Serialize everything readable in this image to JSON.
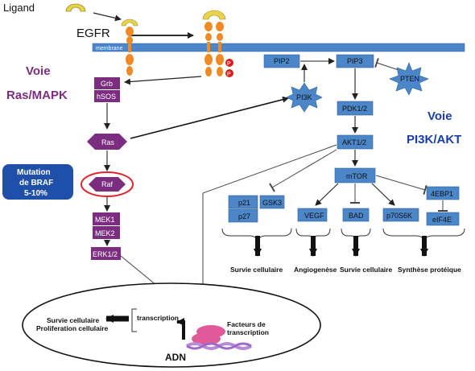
{
  "colors": {
    "membrane": "#4a86c8",
    "pathway_blue": "#4a86c8",
    "pathway_purple": "#7b2d7f",
    "receptor_orange": "#f08a24",
    "ligand_yellow": "#e8d34a",
    "mutation_box": "#1f4fa8",
    "mutation_ring": "#e0232e",
    "title_purple": "#7b2d7f",
    "title_blue": "#1a3ea8",
    "tf_pink": "#e05a9a",
    "dna_purple": "#b98ad6"
  },
  "header": {
    "ligand": "Ligand",
    "receptor": "EGFR",
    "membrane": "membrane",
    "phospho": "P"
  },
  "titles": {
    "mapk": [
      "Voie",
      "Ras/MAPK"
    ],
    "pi3k": [
      "Voie",
      "PI3K/AKT"
    ]
  },
  "mutation": [
    "Mutation",
    "de BRAF",
    "5-10%"
  ],
  "mapk_nodes": {
    "grb": "Grb",
    "hsos": "hSOS",
    "ras": "Ras",
    "raf": "Raf",
    "mek1": "MEK1",
    "mek2": "MEK2",
    "erk": "ERK1/2"
  },
  "pi3k_nodes": {
    "pip2": "PIP2",
    "pip3": "PIP3",
    "pten": "PTEN",
    "pi3k": "PI3K",
    "pdk": "PDK1/2",
    "akt": "AKT1/2",
    "mtor": "mTOR",
    "p21": "p21",
    "p27": "p27",
    "gsk3": "GSK3",
    "vegf": "VEGF",
    "bad": "BAD",
    "p70s6k": "p70S6K",
    "ebp1": "4EBP1",
    "eif4e": "eIF4E"
  },
  "outcomes": {
    "survie1": "Survie cellulaire",
    "angio": "Angiogenèse",
    "survie2": "Survie cellulaire",
    "synthese": "Synthèse protéique"
  },
  "nucleus": {
    "outcome1": "Survie cellulaire",
    "outcome2": "Proliferation cellulaire",
    "transcription": "transcription",
    "facteurs1": "Facteurs de",
    "facteurs2": "transcription",
    "adn": "ADN"
  }
}
